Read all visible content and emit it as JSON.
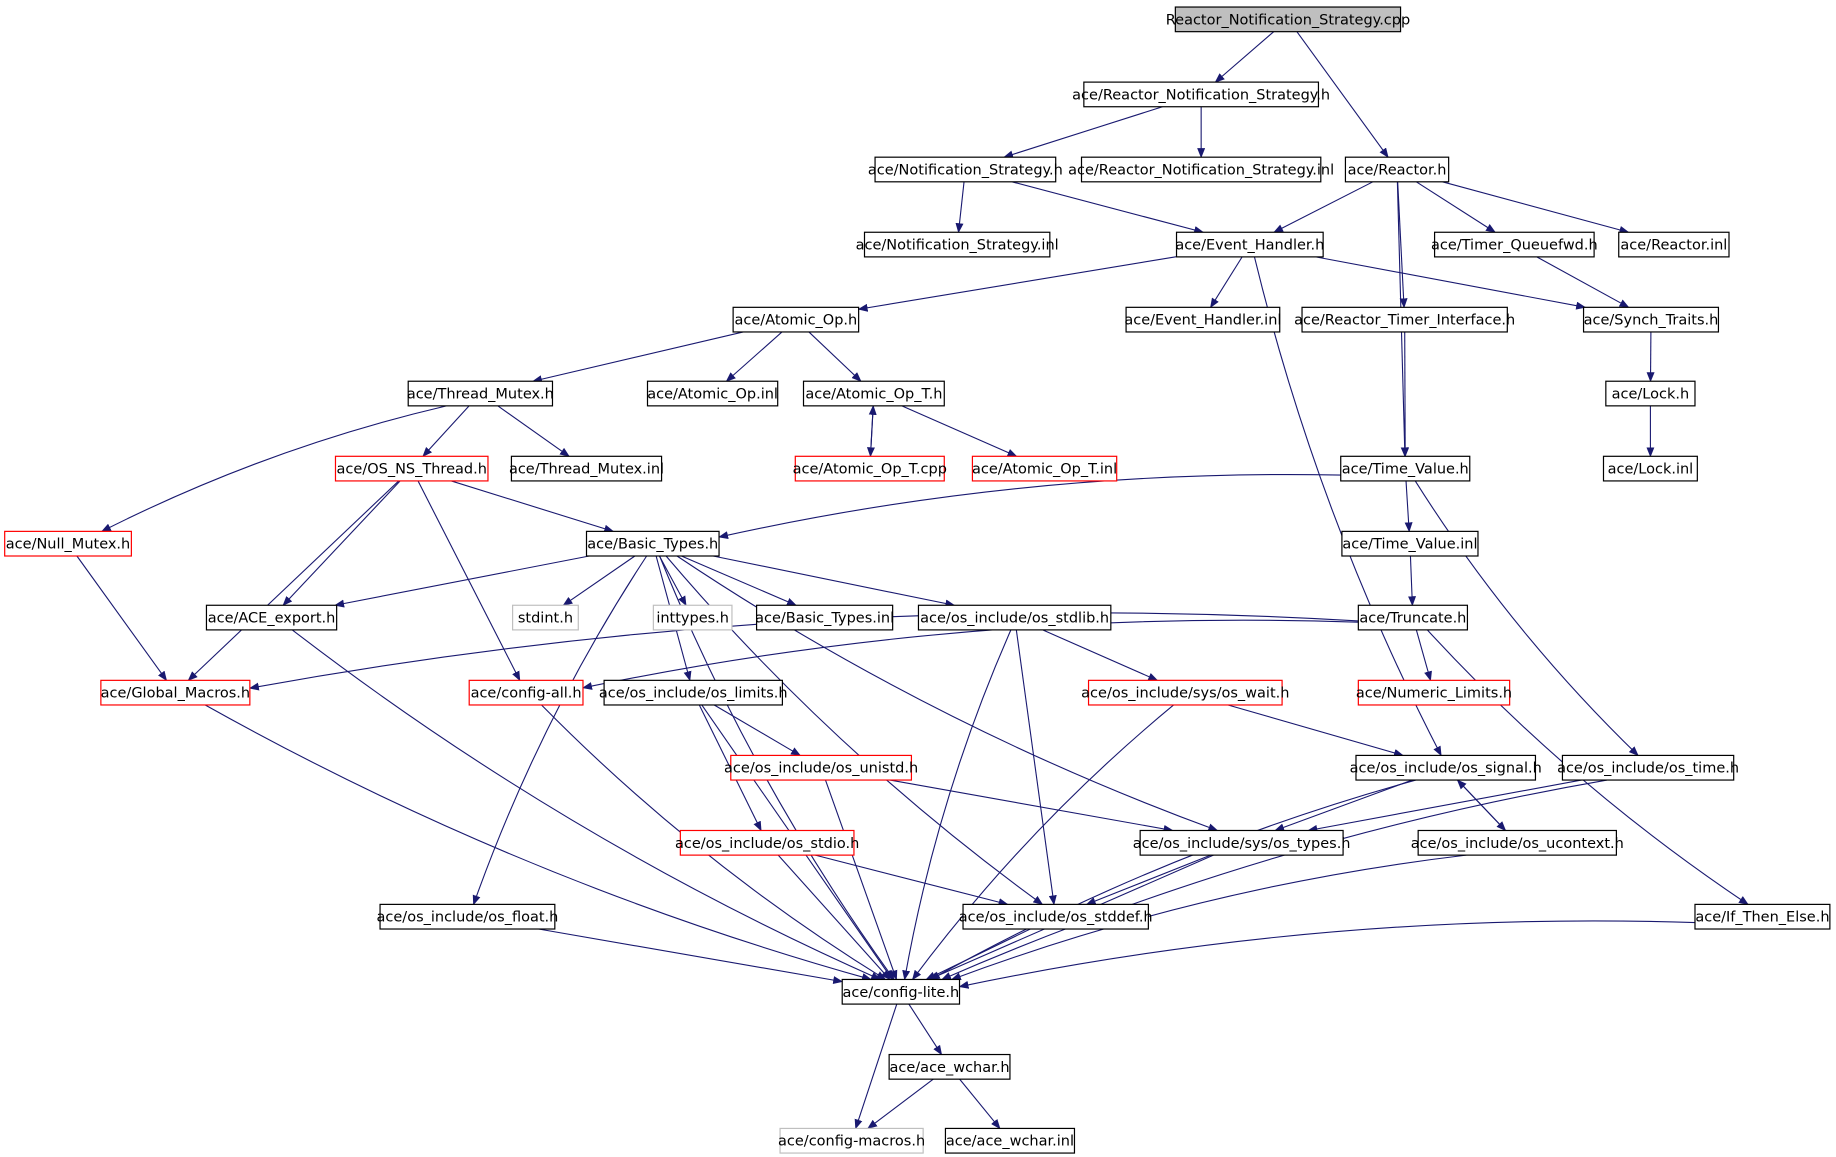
{
  "diagram": {
    "nodes": [
      {
        "id": "n0",
        "label": "Reactor_Notification_Strategy.cpp",
        "style": "root"
      },
      {
        "id": "n1",
        "label": "ace/Reactor_Notification_Strategy.h",
        "style": "normal"
      },
      {
        "id": "n2",
        "label": "ace/Notification_Strategy.h",
        "style": "normal"
      },
      {
        "id": "n3",
        "label": "ace/Reactor_Notification_Strategy.inl",
        "style": "normal"
      },
      {
        "id": "n4",
        "label": "ace/Reactor.h",
        "style": "normal"
      },
      {
        "id": "n5",
        "label": "ace/Notification_Strategy.inl",
        "style": "normal"
      },
      {
        "id": "n6",
        "label": "ace/Event_Handler.h",
        "style": "normal"
      },
      {
        "id": "n7",
        "label": "ace/Timer_Queuefwd.h",
        "style": "normal"
      },
      {
        "id": "n8",
        "label": "ace/Reactor.inl",
        "style": "normal"
      },
      {
        "id": "n9",
        "label": "ace/Atomic_Op.h",
        "style": "normal"
      },
      {
        "id": "n10",
        "label": "ace/Event_Handler.inl",
        "style": "normal"
      },
      {
        "id": "n11",
        "label": "ace/Reactor_Timer_Interface.h",
        "style": "normal"
      },
      {
        "id": "n12",
        "label": "ace/Synch_Traits.h",
        "style": "normal"
      },
      {
        "id": "n13",
        "label": "ace/Thread_Mutex.h",
        "style": "normal"
      },
      {
        "id": "n14",
        "label": "ace/Atomic_Op.inl",
        "style": "normal"
      },
      {
        "id": "n15",
        "label": "ace/Atomic_Op_T.h",
        "style": "normal"
      },
      {
        "id": "n16",
        "label": "ace/Lock.h",
        "style": "normal"
      },
      {
        "id": "n17",
        "label": "ace/OS_NS_Thread.h",
        "style": "red"
      },
      {
        "id": "n18",
        "label": "ace/Thread_Mutex.inl",
        "style": "normal"
      },
      {
        "id": "n19",
        "label": "ace/Atomic_Op_T.cpp",
        "style": "red"
      },
      {
        "id": "n20",
        "label": "ace/Atomic_Op_T.inl",
        "style": "red"
      },
      {
        "id": "n21",
        "label": "ace/Time_Value.h",
        "style": "normal"
      },
      {
        "id": "n22",
        "label": "ace/Lock.inl",
        "style": "normal"
      },
      {
        "id": "n23",
        "label": "ace/Null_Mutex.h",
        "style": "red"
      },
      {
        "id": "n24",
        "label": "ace/Basic_Types.h",
        "style": "normal"
      },
      {
        "id": "n25",
        "label": "ace/Time_Value.inl",
        "style": "normal"
      },
      {
        "id": "n26",
        "label": "ace/ACE_export.h",
        "style": "normal"
      },
      {
        "id": "n27",
        "label": "stdint.h",
        "style": "gray"
      },
      {
        "id": "n28",
        "label": "inttypes.h",
        "style": "gray"
      },
      {
        "id": "n29",
        "label": "ace/Basic_Types.inl",
        "style": "normal"
      },
      {
        "id": "n30",
        "label": "ace/os_include/os_stdlib.h",
        "style": "normal"
      },
      {
        "id": "n31",
        "label": "ace/Truncate.h",
        "style": "normal"
      },
      {
        "id": "n32",
        "label": "ace/Global_Macros.h",
        "style": "red"
      },
      {
        "id": "n33",
        "label": "ace/config-all.h",
        "style": "red"
      },
      {
        "id": "n34",
        "label": "ace/os_include/os_limits.h",
        "style": "normal"
      },
      {
        "id": "n35",
        "label": "ace/os_include/sys/os_wait.h",
        "style": "red"
      },
      {
        "id": "n36",
        "label": "ace/Numeric_Limits.h",
        "style": "red"
      },
      {
        "id": "n37",
        "label": "ace/os_include/os_unistd.h",
        "style": "red"
      },
      {
        "id": "n38",
        "label": "ace/os_include/os_signal.h",
        "style": "normal"
      },
      {
        "id": "n39",
        "label": "ace/os_include/os_time.h",
        "style": "normal"
      },
      {
        "id": "n40",
        "label": "ace/os_include/os_stdio.h",
        "style": "red"
      },
      {
        "id": "n41",
        "label": "ace/os_include/sys/os_types.h",
        "style": "normal"
      },
      {
        "id": "n42",
        "label": "ace/os_include/os_ucontext.h",
        "style": "normal"
      },
      {
        "id": "n43",
        "label": "ace/os_include/os_float.h",
        "style": "normal"
      },
      {
        "id": "n44",
        "label": "ace/os_include/os_stddef.h",
        "style": "normal"
      },
      {
        "id": "n45",
        "label": "ace/If_Then_Else.h",
        "style": "normal"
      },
      {
        "id": "n46",
        "label": "ace/config-lite.h",
        "style": "normal"
      },
      {
        "id": "n47",
        "label": "ace/ace_wchar.h",
        "style": "normal"
      },
      {
        "id": "n48",
        "label": "ace/config-macros.h",
        "style": "gray"
      },
      {
        "id": "n49",
        "label": "ace/ace_wchar.inl",
        "style": "normal"
      }
    ],
    "edges": [
      [
        "n0",
        "n1"
      ],
      [
        "n0",
        "n4"
      ],
      [
        "n1",
        "n2"
      ],
      [
        "n1",
        "n3"
      ],
      [
        "n2",
        "n5"
      ],
      [
        "n2",
        "n6"
      ],
      [
        "n4",
        "n6"
      ],
      [
        "n4",
        "n11"
      ],
      [
        "n4",
        "n7"
      ],
      [
        "n4",
        "n8"
      ],
      [
        "n4",
        "n21"
      ],
      [
        "n6",
        "n9"
      ],
      [
        "n6",
        "n10"
      ],
      [
        "n6",
        "n12"
      ],
      [
        "n6",
        "n38"
      ],
      [
        "n7",
        "n12"
      ],
      [
        "n9",
        "n13"
      ],
      [
        "n9",
        "n14"
      ],
      [
        "n9",
        "n15"
      ],
      [
        "n11",
        "n21"
      ],
      [
        "n12",
        "n16"
      ],
      [
        "n13",
        "n17"
      ],
      [
        "n13",
        "n18"
      ],
      [
        "n13",
        "n23"
      ],
      [
        "n15",
        "n19"
      ],
      [
        "n15",
        "n20"
      ],
      [
        "n19",
        "n15"
      ],
      [
        "n16",
        "n22"
      ],
      [
        "n17",
        "n24"
      ],
      [
        "n17",
        "n26"
      ],
      [
        "n17",
        "n32"
      ],
      [
        "n17",
        "n33"
      ],
      [
        "n21",
        "n24"
      ],
      [
        "n21",
        "n25"
      ],
      [
        "n21",
        "n39"
      ],
      [
        "n23",
        "n32"
      ],
      [
        "n24",
        "n26"
      ],
      [
        "n24",
        "n27"
      ],
      [
        "n24",
        "n28"
      ],
      [
        "n24",
        "n29"
      ],
      [
        "n24",
        "n30"
      ],
      [
        "n24",
        "n34"
      ],
      [
        "n24",
        "n43"
      ],
      [
        "n24",
        "n46"
      ],
      [
        "n24",
        "n44"
      ],
      [
        "n24",
        "n41"
      ],
      [
        "n25",
        "n31"
      ],
      [
        "n26",
        "n46"
      ],
      [
        "n30",
        "n35"
      ],
      [
        "n30",
        "n44"
      ],
      [
        "n30",
        "n46"
      ],
      [
        "n31",
        "n32"
      ],
      [
        "n31",
        "n33"
      ],
      [
        "n31",
        "n36"
      ],
      [
        "n31",
        "n45"
      ],
      [
        "n32",
        "n46"
      ],
      [
        "n33",
        "n46"
      ],
      [
        "n34",
        "n37"
      ],
      [
        "n34",
        "n40"
      ],
      [
        "n34",
        "n46"
      ],
      [
        "n35",
        "n38"
      ],
      [
        "n35",
        "n46"
      ],
      [
        "n37",
        "n41"
      ],
      [
        "n37",
        "n46"
      ],
      [
        "n38",
        "n41"
      ],
      [
        "n38",
        "n42"
      ],
      [
        "n38",
        "n46"
      ],
      [
        "n39",
        "n41"
      ],
      [
        "n39",
        "n46"
      ],
      [
        "n40",
        "n44"
      ],
      [
        "n40",
        "n46"
      ],
      [
        "n41",
        "n44"
      ],
      [
        "n41",
        "n46"
      ],
      [
        "n42",
        "n38"
      ],
      [
        "n42",
        "n46"
      ],
      [
        "n43",
        "n46"
      ],
      [
        "n44",
        "n46"
      ],
      [
        "n45",
        "n46"
      ],
      [
        "n46",
        "n47"
      ],
      [
        "n46",
        "n48"
      ],
      [
        "n47",
        "n48"
      ],
      [
        "n47",
        "n49"
      ]
    ]
  },
  "colors": {
    "edge": "#191970",
    "root_fill": "#bfbfbf",
    "red_border": "#ff0000",
    "gray_border": "#bfbfbf",
    "normal_border": "#000000"
  }
}
